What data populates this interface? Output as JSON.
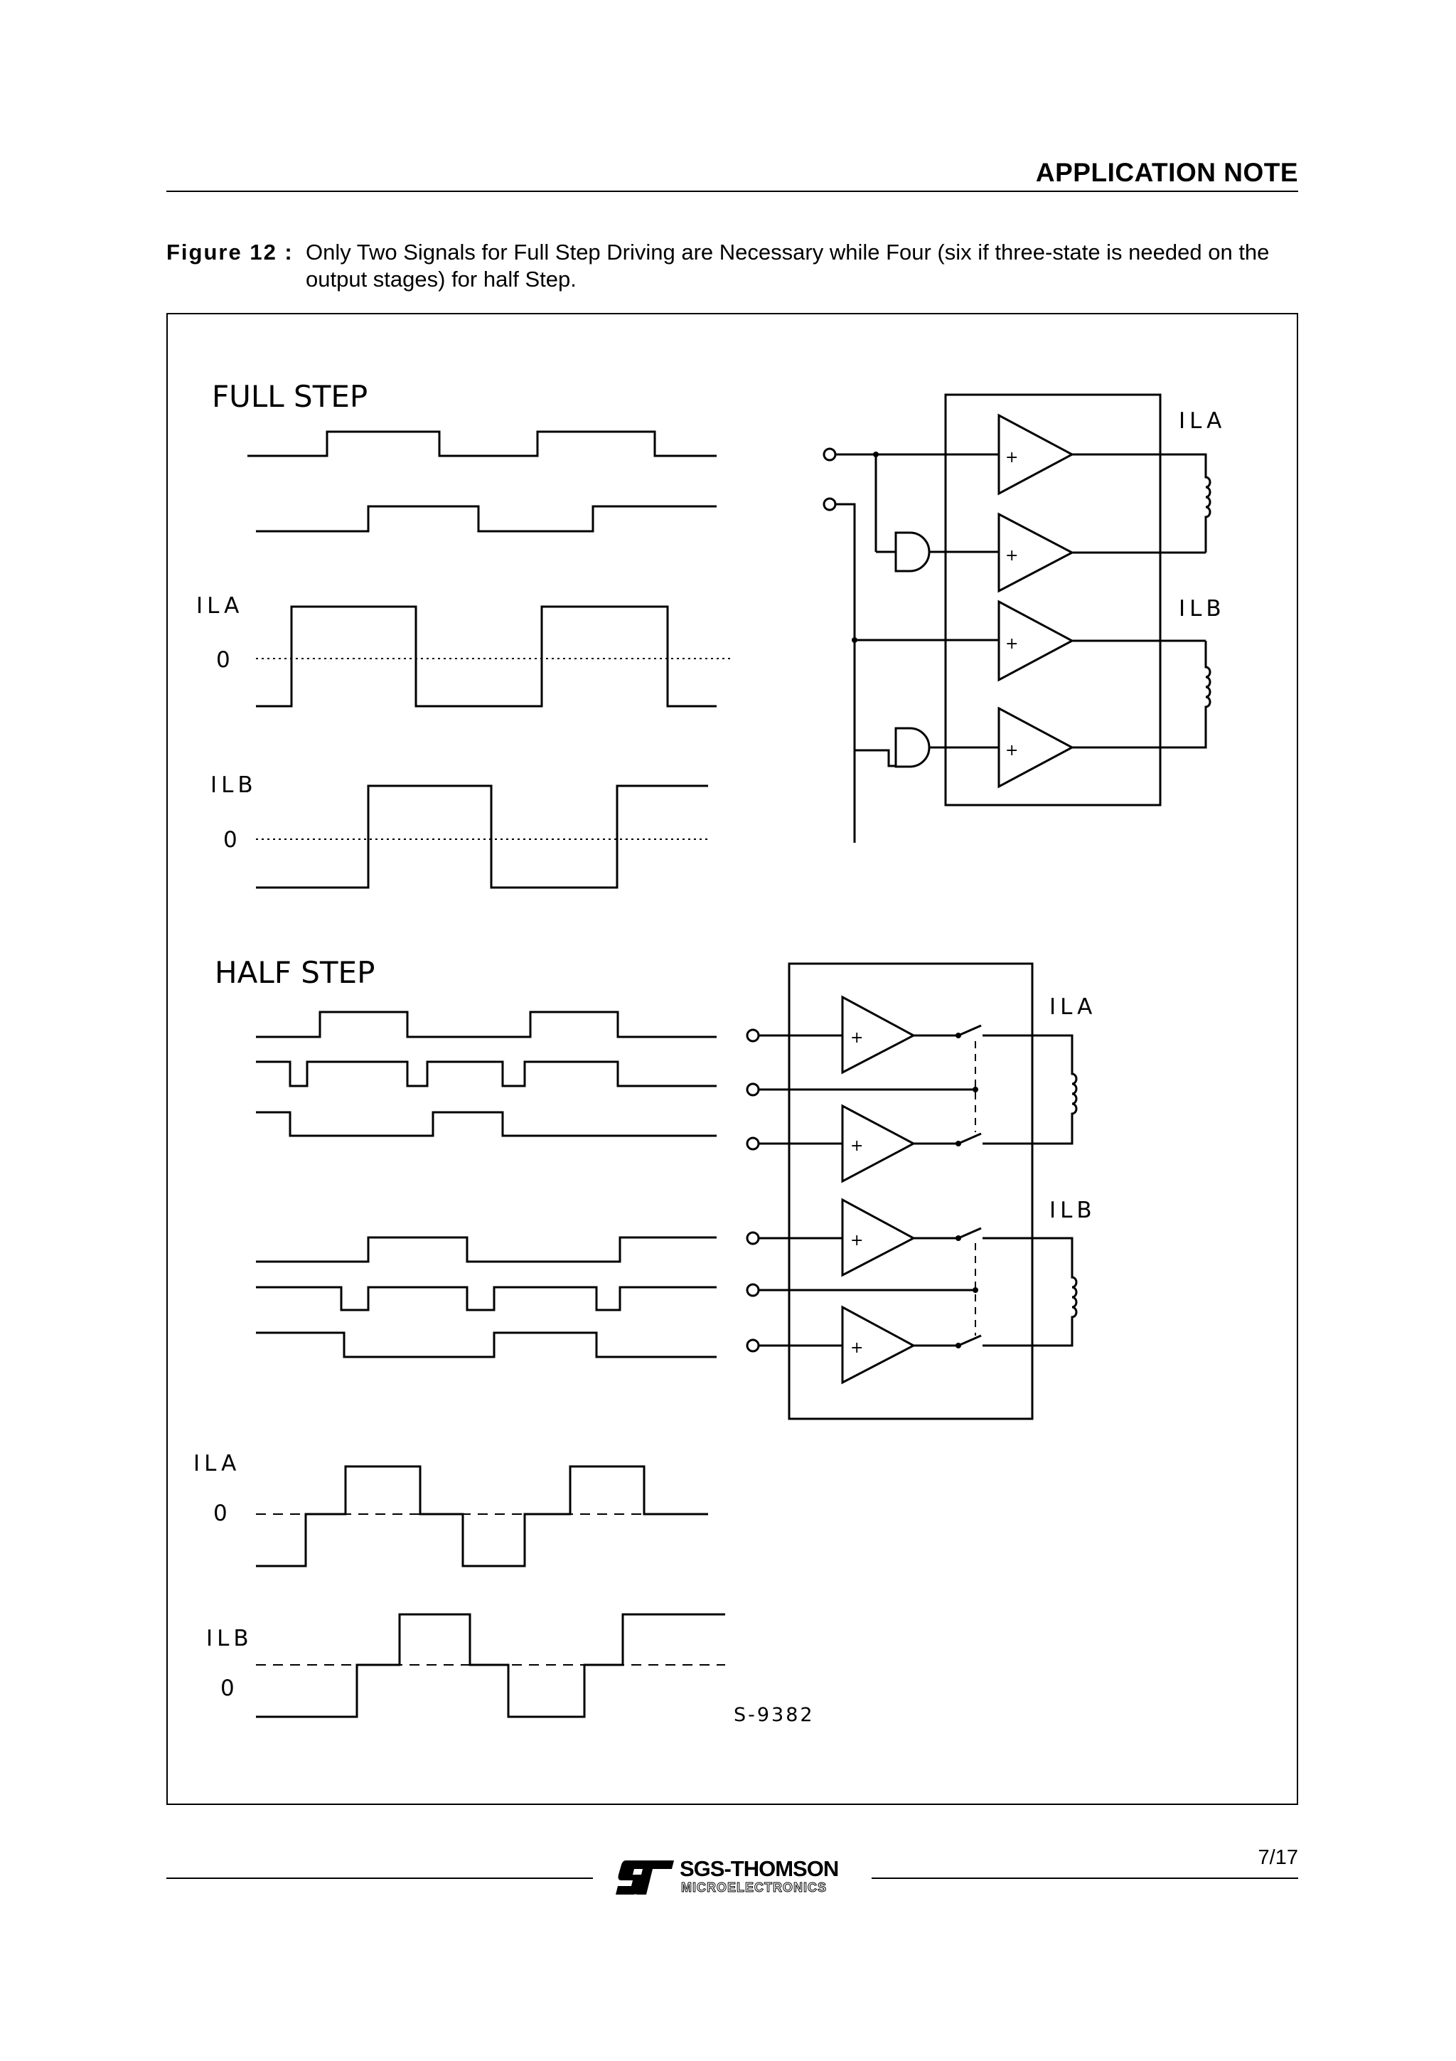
{
  "header": {
    "title": "APPLICATION NOTE"
  },
  "caption": {
    "label": "Figure 12 :",
    "text": "Only Two Signals for Full Step Driving are Necessary while Four (six if three-state is needed on the output stages) for half Step."
  },
  "figure": {
    "full_step_title": "FULL STEP",
    "half_step_title": "HALF STEP",
    "label_ila": "ILA",
    "label_ilb": "ILB",
    "label_zero": "0",
    "amp_plus": "+",
    "reference_code": "S-9382"
  },
  "footer": {
    "logo_name": "SGS-THOMSON",
    "logo_sub": "MICROELECTRONICS",
    "page_number": "7/17"
  }
}
